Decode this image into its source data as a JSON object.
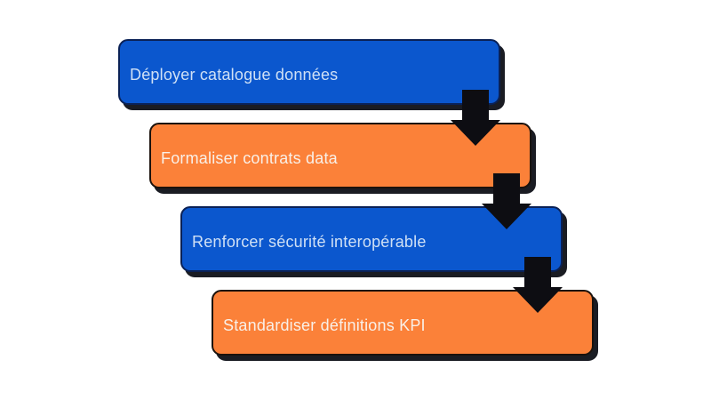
{
  "diagram": {
    "type": "step-flow",
    "background_color": "#ffffff",
    "arrow_color": "#0d0d12",
    "steps": [
      {
        "label": "Déployer catalogue données",
        "fill": "#0b57ce",
        "border": "#0a2156",
        "text_color": "#cfe0f5"
      },
      {
        "label": "Formaliser contrats data",
        "fill": "#fb8139",
        "border": "#1b120c",
        "text_color": "#f9f0e8"
      },
      {
        "label": "Renforcer sécurité interopérable",
        "fill": "#0b57ce",
        "border": "#0a2156",
        "text_color": "#cfe0f5"
      },
      {
        "label": "Standardiser définitions KPI",
        "fill": "#fb8139",
        "border": "#1b120c",
        "text_color": "#f9f0e8"
      }
    ]
  }
}
